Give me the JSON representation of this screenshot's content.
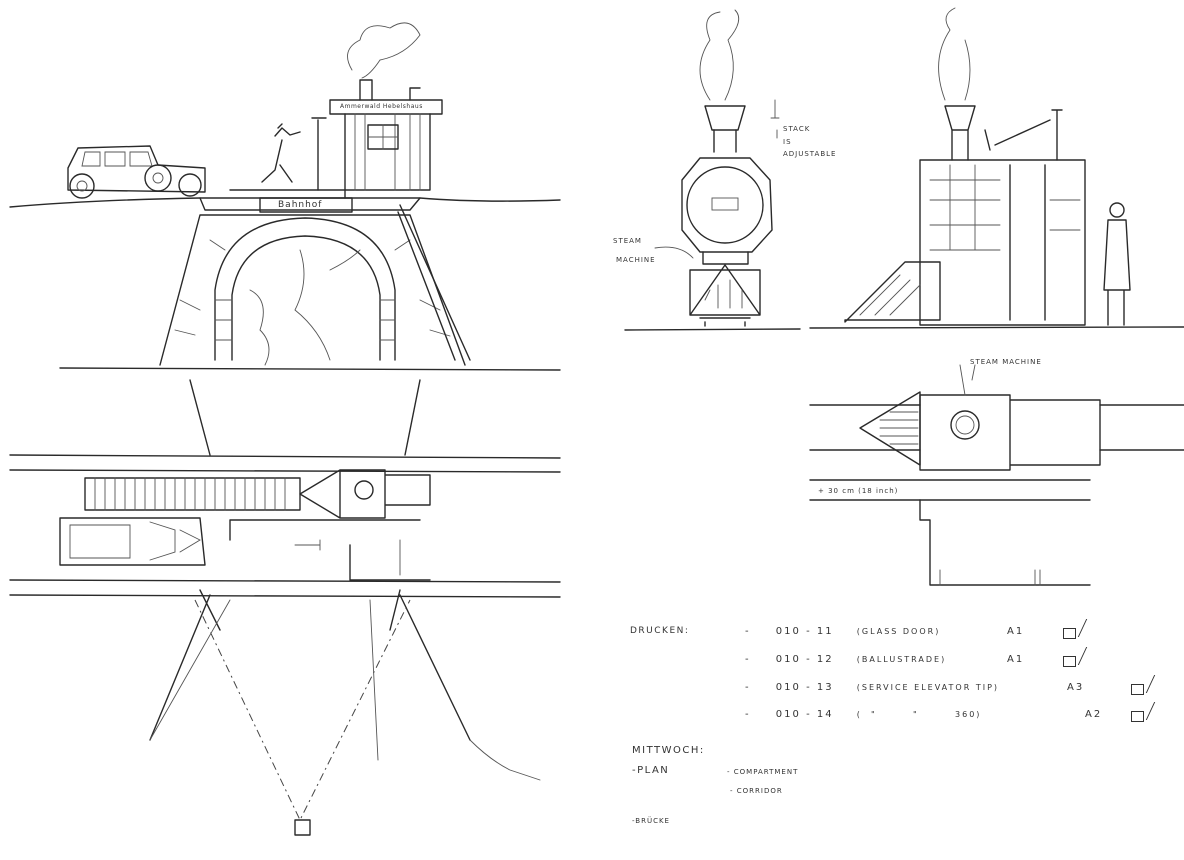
{
  "left_sketch": {
    "station_sign": "Bahnhof",
    "hut_sign": "Ammerwald Hebelshaus"
  },
  "front_view": {
    "stack_note": [
      "STACK",
      "IS",
      "ADJUSTABLE"
    ],
    "steam_label": [
      "STEAM",
      "MACHINE"
    ]
  },
  "top_view": {
    "steam_label": "STEAM MACHINE",
    "dimension_note": "+ 30 cm (18 inch)"
  },
  "drucken": {
    "heading": "DRUCKEN:",
    "items": [
      {
        "dash": "-",
        "code": "010 - 11",
        "desc": "(GLASS DOOR)",
        "size": "A1",
        "checked": true
      },
      {
        "dash": "-",
        "code": "010 - 12",
        "desc": "(BALLUSTRADE)",
        "size": "A1",
        "checked": true
      },
      {
        "dash": "-",
        "code": "010 - 13",
        "desc": "(SERVICE ELEVATOR TIP)",
        "size": "A3",
        "checked": true
      },
      {
        "dash": "-",
        "code": "010 - 14",
        "desc": "(  \"        \"        360)",
        "size": "A2",
        "checked": true
      }
    ]
  },
  "mittwoch": {
    "heading": "MITTWOCH:",
    "plan_label": "-PLAN",
    "plan_items": [
      "- COMPARTMENT",
      "- CORRIDOR"
    ],
    "bruecke": "-BRÜCKE"
  }
}
